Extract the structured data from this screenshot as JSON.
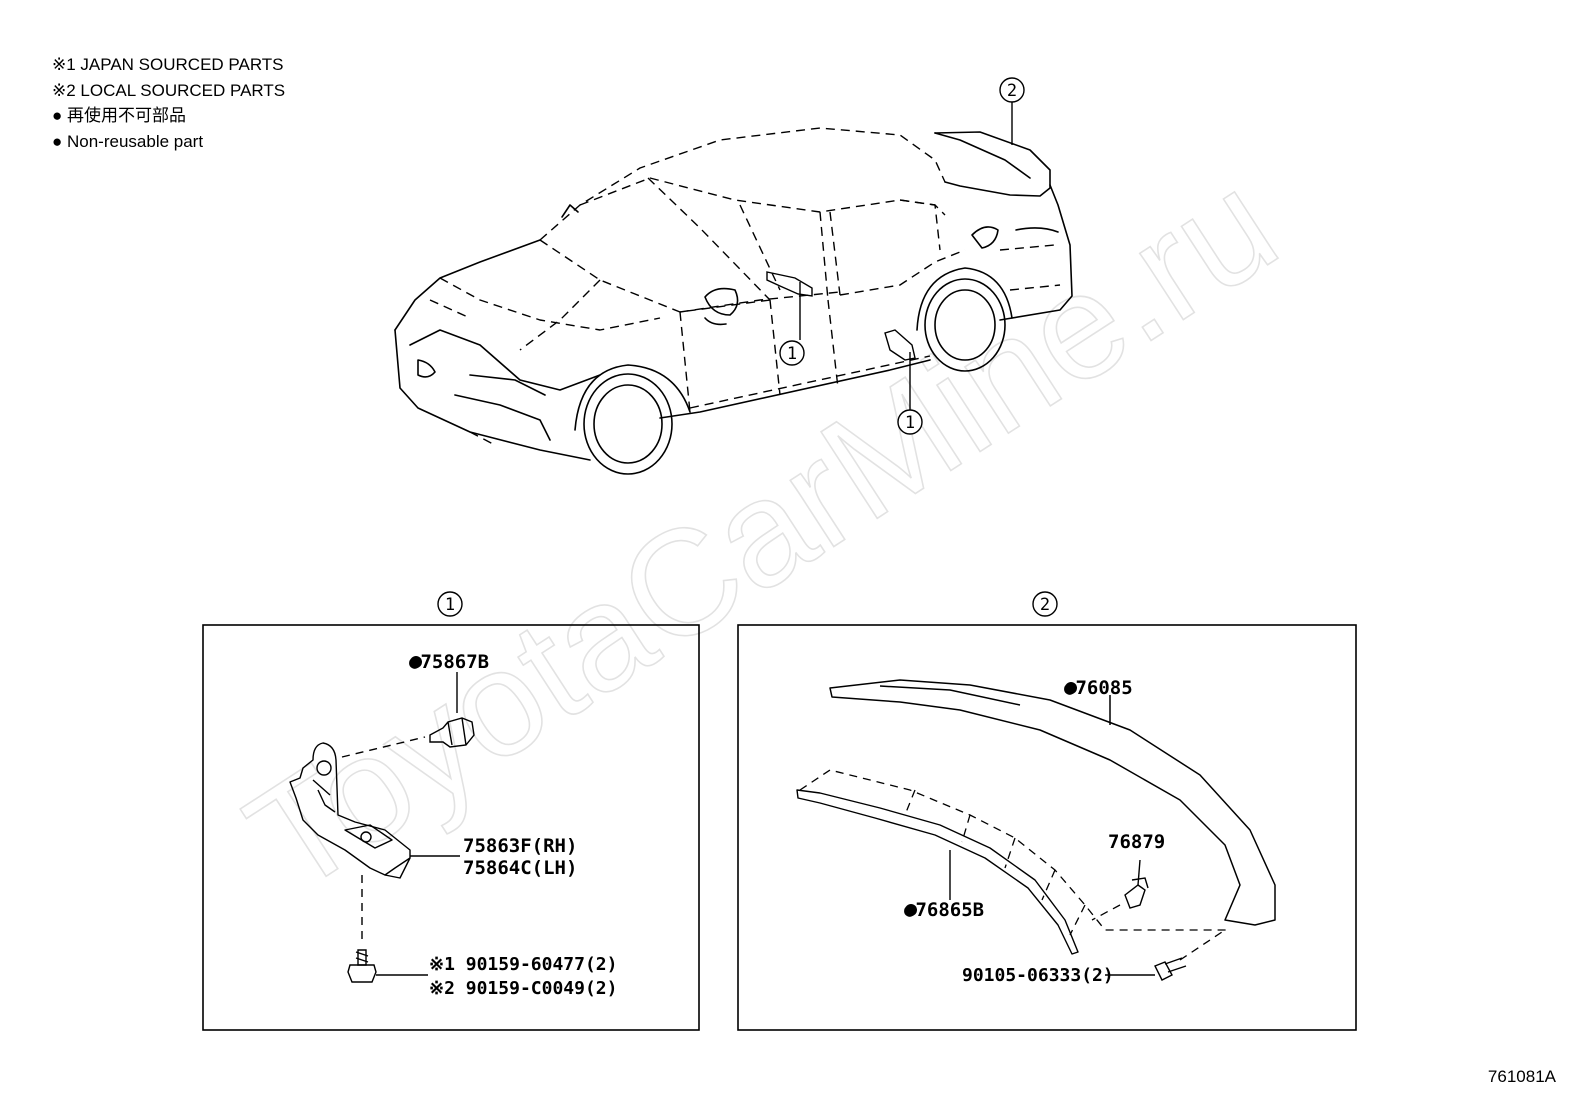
{
  "legend": {
    "line1": "※1  JAPAN SOURCED PARTS",
    "line2": "※2  LOCAL SOURCED PARTS",
    "line3": "● 再使用不可部品",
    "line4": "● Non-reusable part"
  },
  "callouts": {
    "one": "1",
    "two": "2"
  },
  "box1": {
    "header": "1",
    "part_75867b": "●75867B",
    "part_75863f": "75863F(RH)",
    "part_75864c": "75864C(LH)",
    "bolt_jp": "※1 90159-60477(2)",
    "bolt_local": "※2 90159-C0049(2)"
  },
  "box2": {
    "header": "2",
    "part_76085": "●76085",
    "part_76879": "76879",
    "part_76865b": "●76865B",
    "bolt": "90105-06333(2)"
  },
  "watermark": "ToyotaCarMine.ru",
  "figure_id": "761081A"
}
